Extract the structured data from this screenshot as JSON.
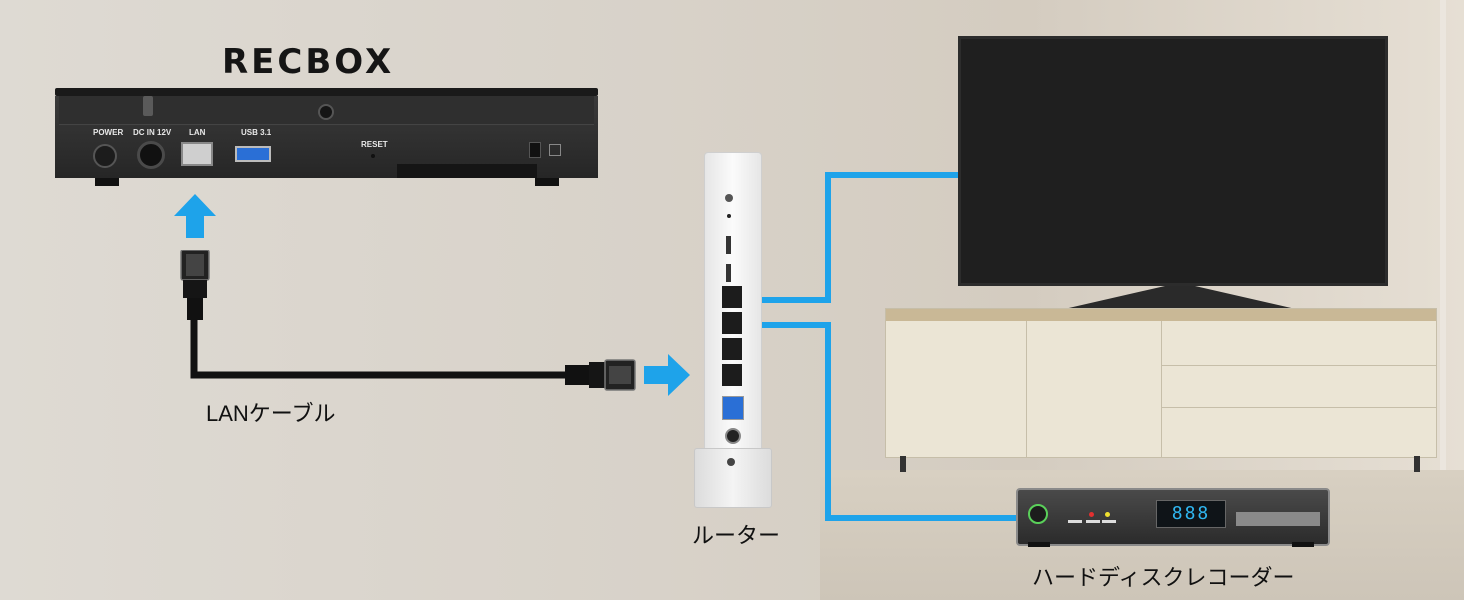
{
  "recbox": {
    "brand": "RECBOX",
    "ports": {
      "power": "POWER",
      "dc_in": "DC IN 12V",
      "lan": "LAN",
      "usb": "USB 3.1",
      "reset": "RESET"
    }
  },
  "labels": {
    "cable": "LANケーブル",
    "router": "ルーター",
    "recorder": "ハードディスクレコーダー"
  },
  "recorder_display": "888",
  "colors": {
    "connection_line": "#1ea3ea",
    "arrow": "#1ea3ea",
    "cable": "#111111",
    "device_dark": "#2b2b2b",
    "router_white": "#f4f4f4"
  }
}
